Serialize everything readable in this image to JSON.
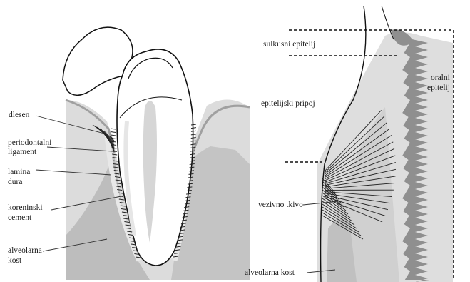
{
  "left_panel": {
    "labels": {
      "gingiva": "dlesen",
      "pdl_line1": "periodontalni",
      "pdl_line2": "ligament",
      "lamina_line1": "lamina",
      "lamina_line2": "dura",
      "cementum_line1": "koreninski",
      "cementum_line2": "cement",
      "bone_line1": "alveolarna",
      "bone_line2": "kost"
    }
  },
  "right_panel": {
    "labels": {
      "sulcular": "sulkusni epitelij",
      "junctional": "epitelijski pripoj",
      "connective": "vezivno tkivo",
      "bone": "alveolarna kost",
      "oral_line1": "oralni",
      "oral_line2": "epitelij"
    }
  },
  "colors": {
    "background": "#ffffff",
    "tissue_light": "#dcdcdc",
    "tissue_mid": "#c8c8c8",
    "epithelium_dark": "#8f8f8f",
    "bone": "#bdbdbd",
    "outline": "#111111"
  }
}
